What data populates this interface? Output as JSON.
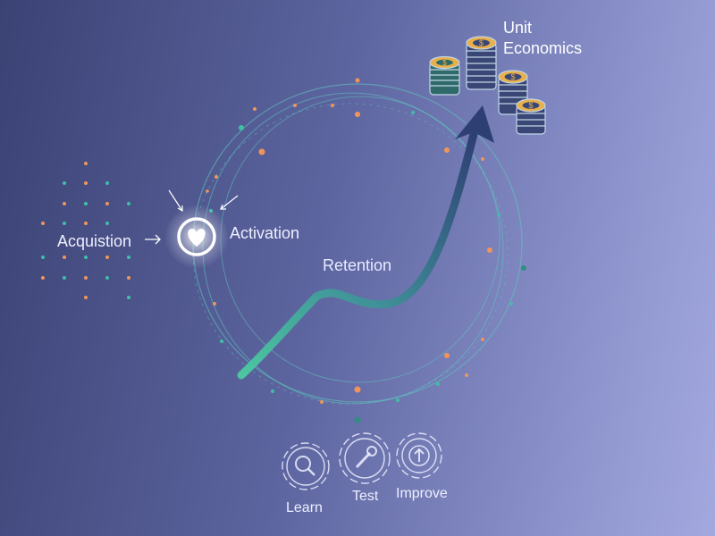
{
  "labels": {
    "acquisition": "Acquistion",
    "activation": "Activation",
    "retention": "Retention",
    "unit_economics_line1": "Unit",
    "unit_economics_line2": "Economics",
    "learn": "Learn",
    "test": "Test",
    "improve": "Improve"
  },
  "icons": {
    "activation": "heart-icon",
    "coins": "dollar-coin-icon",
    "learn": "magnifier-gear-icon",
    "test": "wrench-gear-icon",
    "improve": "up-arrow-gear-icon"
  },
  "colors": {
    "ring": "#5fc9c0",
    "dot_orange": "#f0955a",
    "dot_teal": "#3fbfa5",
    "curve_start": "#4cc6a0",
    "curve_end": "#2e3f73",
    "coin_gold": "#e8b04a"
  }
}
